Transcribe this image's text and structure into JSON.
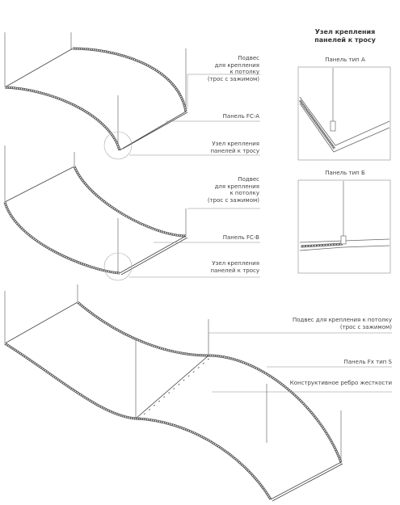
{
  "detail_title": [
    "Узел крепления",
    "панелей к тросу"
  ],
  "detail_a_label": "Панель тип А",
  "detail_b_label": "Панель тип Б",
  "panel1": {
    "hanger_lines": [
      "Подвес",
      "для крепления",
      "к потолку",
      "(трос с зажимом)"
    ],
    "panel_label": "Панель FC-A",
    "node_lines": [
      "Узел крепления",
      "панелей к тросу"
    ]
  },
  "panel2": {
    "hanger_lines": [
      "Подвес",
      "для крепления",
      "к потолку",
      "(трос с зажимом)"
    ],
    "panel_label": "Панель FC-B",
    "node_lines": [
      "Узел крепления",
      "панелей к тросу"
    ]
  },
  "panel3": {
    "hanger_lines": [
      "Подвес для крепления к потолку",
      "(трос с зажимом)"
    ],
    "panel_label": "Панель Fx тип S",
    "rib_label": "Конструктивное ребро жесткости"
  }
}
